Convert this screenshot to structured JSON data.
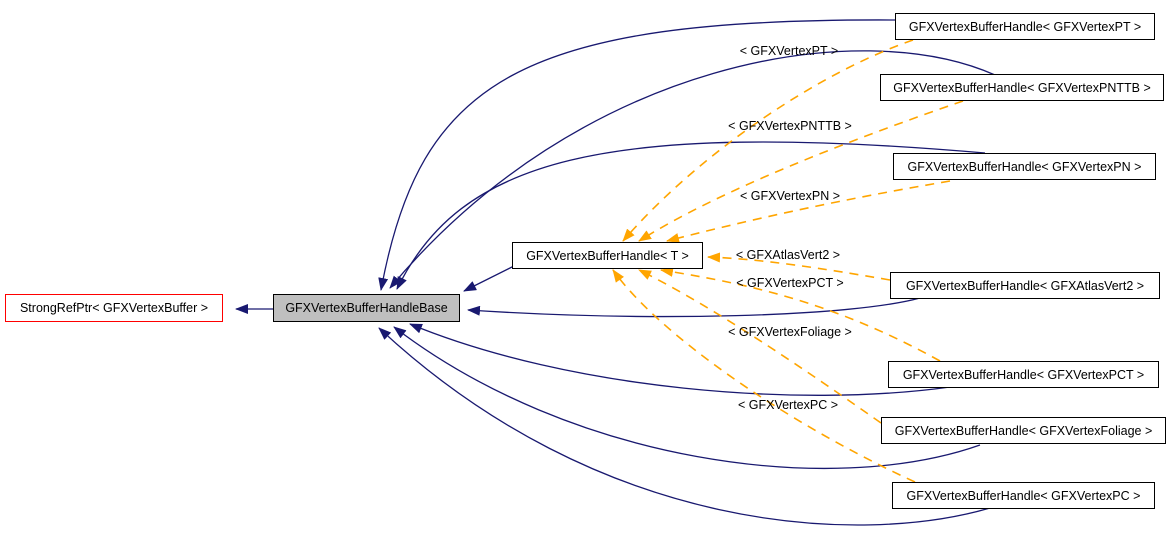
{
  "nodes": {
    "strongrefptr": {
      "label": "StrongRefPtr< GFXVertexBuffer >"
    },
    "base": {
      "label": "GFXVertexBufferHandleBase"
    },
    "template": {
      "label": "GFXVertexBufferHandle< T >"
    },
    "pt": {
      "label": "GFXVertexBufferHandle< GFXVertexPT >"
    },
    "pnttb": {
      "label": "GFXVertexBufferHandle< GFXVertexPNTTB >"
    },
    "pn": {
      "label": "GFXVertexBufferHandle< GFXVertexPN >"
    },
    "atlasvert2": {
      "label": "GFXVertexBufferHandle< GFXAtlasVert2 >"
    },
    "pct": {
      "label": "GFXVertexBufferHandle< GFXVertexPCT >"
    },
    "foliage": {
      "label": "GFXVertexBufferHandle< GFXVertexFoliage >"
    },
    "pc": {
      "label": "GFXVertexBufferHandle< GFXVertexPC >"
    }
  },
  "edge_labels": {
    "pt": "< GFXVertexPT >",
    "pnttb": "< GFXVertexPNTTB >",
    "pn": "< GFXVertexPN >",
    "atlasvert2": "< GFXAtlasVert2 >",
    "pct": "< GFXVertexPCT >",
    "foliage": "< GFXVertexFoliage >",
    "pc": "< GFXVertexPC >"
  },
  "colors": {
    "inheritance_edge": "#191970",
    "template_edge": "#ffa500",
    "current_node_fill": "#bfbfbf",
    "external_node_border": "#ff0000",
    "node_border": "#000000",
    "background": "#ffffff"
  }
}
